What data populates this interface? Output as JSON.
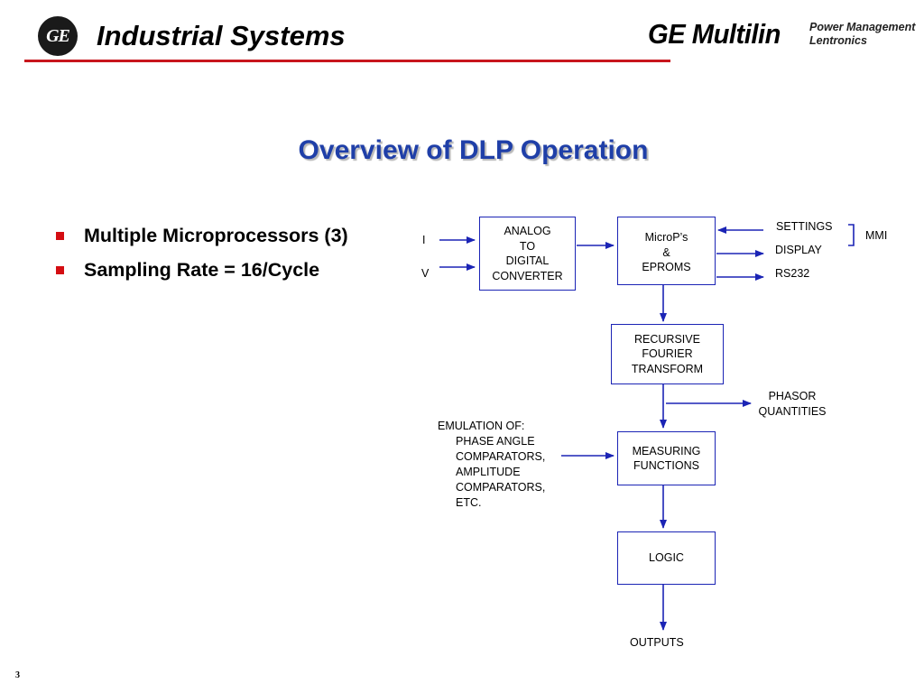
{
  "header": {
    "logo_text": "GE",
    "title": "Industrial Systems",
    "brand": "GE Multilin",
    "brand_sub_1": "Power Management",
    "brand_sub_2": "Lentronics",
    "rule_color": "#c8161d"
  },
  "slide": {
    "title": "Overview of DLP Operation",
    "title_color": "#1f3fa8",
    "bullets": [
      "Multiple Microprocessors (3)",
      "Sampling Rate = 16/Cycle"
    ],
    "bullet_color": "#d40d12",
    "page_number": "3"
  },
  "diagram": {
    "line_color": "#1b24b5",
    "inputs": {
      "i": "I",
      "v": "V"
    },
    "adc": [
      "ANALOG",
      "TO",
      "DIGITAL",
      "CONVERTER"
    ],
    "micro": [
      "MicroP’s",
      "&",
      "EPROMS"
    ],
    "settings": "SETTINGS",
    "display": "DISPLAY",
    "mmi": "MMI",
    "rs232": "RS232",
    "fourier": [
      "RECURSIVE",
      "FOURIER",
      "TRANSFORM"
    ],
    "phasor": [
      "PHASOR",
      "QUANTITIES"
    ],
    "emulation": [
      "EMULATION OF:",
      "PHASE ANGLE",
      "COMPARATORS,",
      "AMPLITUDE",
      "COMPARATORS,",
      "ETC."
    ],
    "measuring": [
      "MEASURING",
      "FUNCTIONS"
    ],
    "logic": "LOGIC",
    "outputs": "OUTPUTS"
  }
}
